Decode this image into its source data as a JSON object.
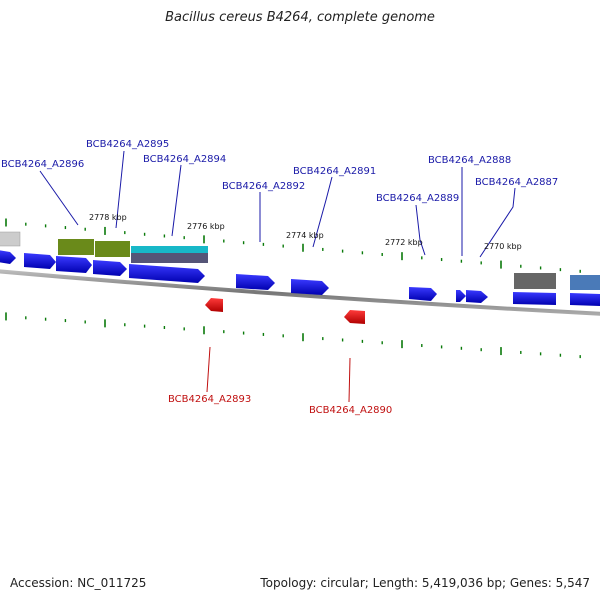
{
  "header": {
    "title": "Bacillus cereus B4264, complete genome"
  },
  "footer": {
    "accession": "Accession: NC_011725",
    "summary": "Topology: circular; Length: 5,419,036 bp; Genes: 5,547"
  },
  "colors": {
    "forward_gene": "#1010ee",
    "reverse_gene": "#ee1010",
    "forward_label": "#1a1aa8",
    "reverse_label": "#c01010",
    "tick": "#0a7a0a",
    "backbone": "#888888",
    "olive_feature": "#6a8a1a",
    "cyan_feature": "#18b8c8",
    "gray_feature": "#777777",
    "steelblue_feature": "#4a7ab8"
  },
  "scale_labels": [
    "2778 kbp",
    "2776 kbp",
    "2774 kbp",
    "2772 kbp",
    "2770 kbp"
  ],
  "gene_labels": {
    "forward": [
      "BCB4264_A2896",
      "BCB4264_A2895",
      "BCB4264_A2894",
      "BCB4264_A2892",
      "BCB4264_A2891",
      "BCB4264_A2889",
      "BCB4264_A2888",
      "BCB4264_A2887"
    ],
    "reverse": [
      "BCB4264_A2893",
      "BCB4264_A2890"
    ]
  }
}
